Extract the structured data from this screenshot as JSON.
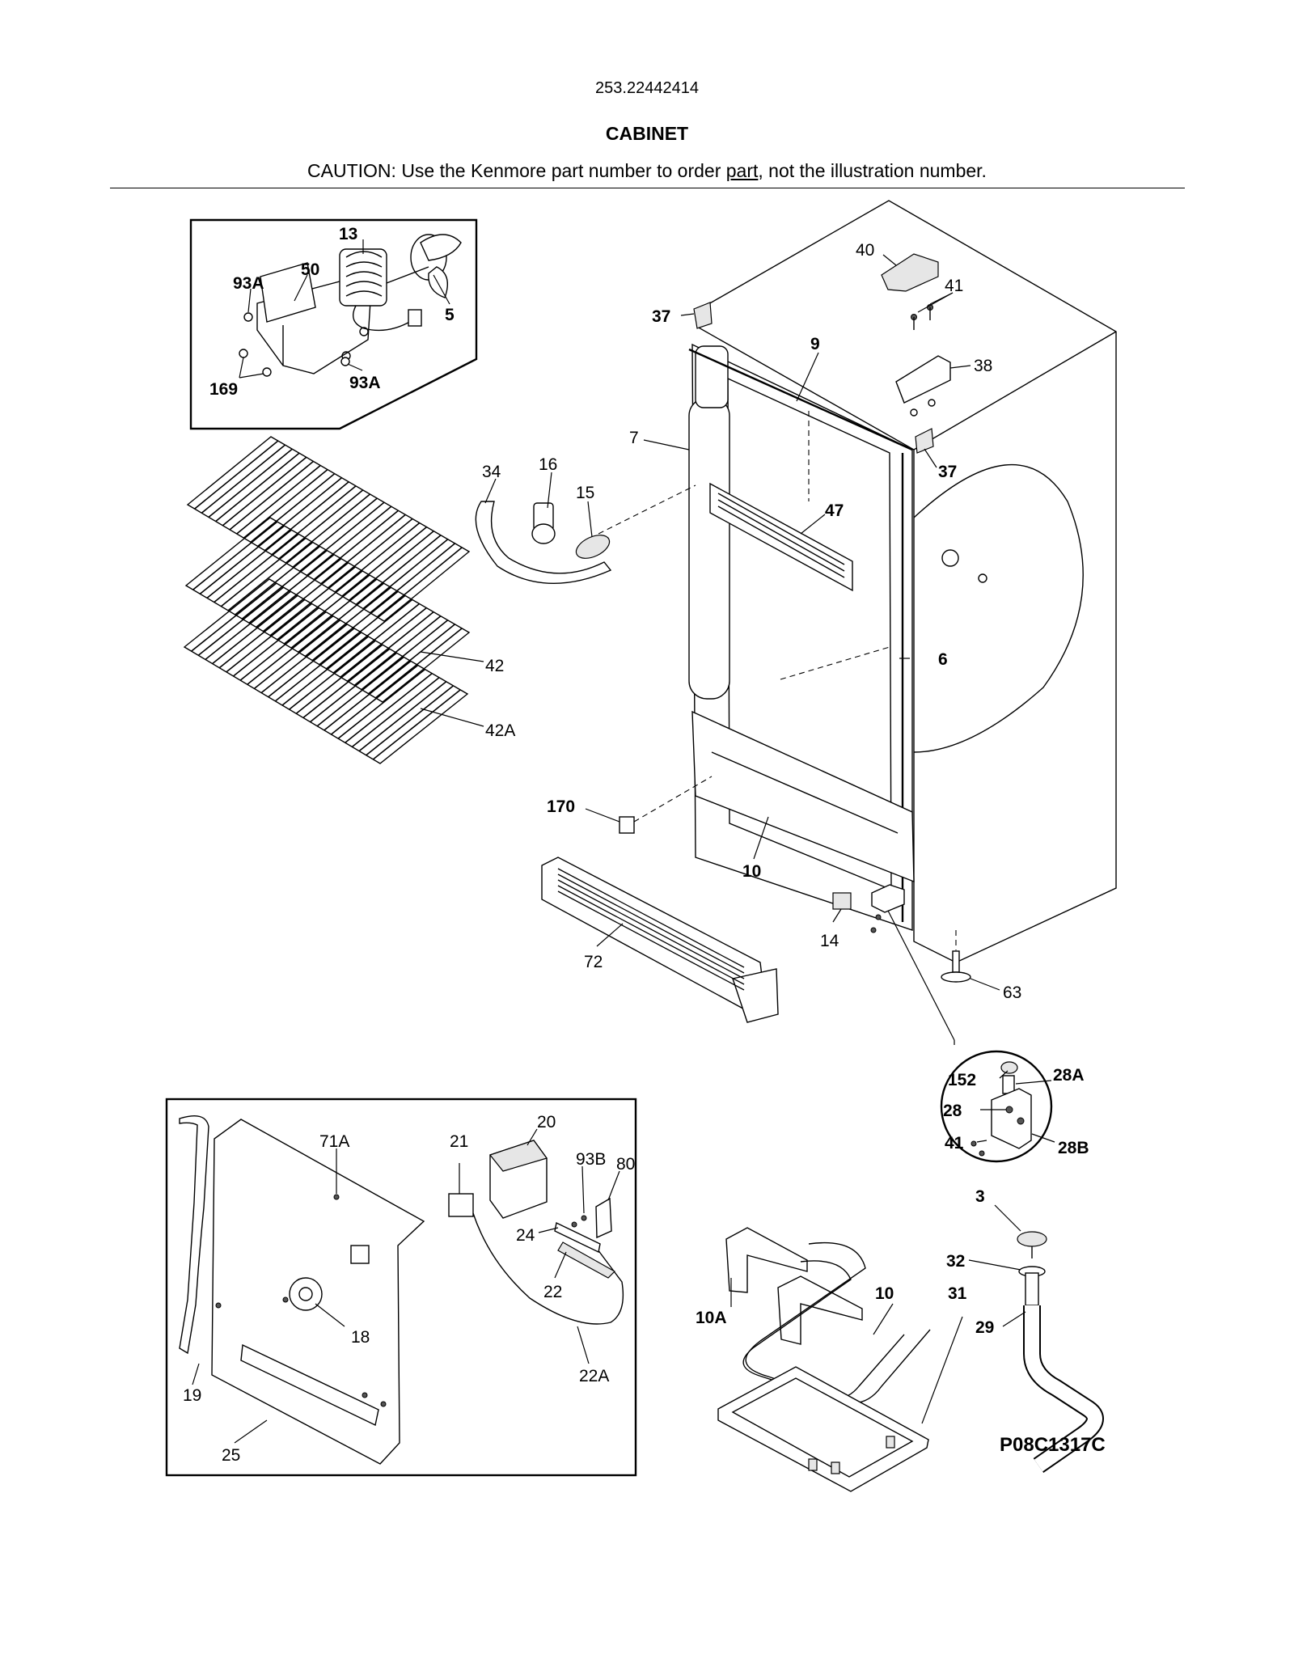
{
  "header": {
    "model_number": "253.22442414",
    "section_title": "CABINET",
    "caution_before": "CAUTION: Use the Kenmore part number to order ",
    "caution_underlined": "part",
    "caution_after": ", not the illustration number."
  },
  "diagram_code": "P08C1317C",
  "callouts": {
    "c13": "13",
    "c93A_a": "93A",
    "c50": "50",
    "c5": "5",
    "c169": "169",
    "c93A_b": "93A",
    "c37_a": "37",
    "c40": "40",
    "c41_a": "41",
    "c9": "9",
    "c38": "38",
    "c7": "7",
    "c37_b": "37",
    "c34": "34",
    "c16": "16",
    "c15": "15",
    "c47": "47",
    "c6": "6",
    "c42": "42",
    "c42A": "42A",
    "c170": "170",
    "c10_a": "10",
    "c14": "14",
    "c72": "72",
    "c63": "63",
    "c152": "152",
    "c28A": "28A",
    "c28": "28",
    "c41_b": "41",
    "c28B": "28B",
    "c20": "20",
    "c71A": "71A",
    "c21": "21",
    "c93B": "93B",
    "c80": "80",
    "c24": "24",
    "c22": "22",
    "c18": "18",
    "c22A": "22A",
    "c19": "19",
    "c25": "25",
    "c3": "3",
    "c32": "32",
    "c29": "29",
    "c10A": "10A",
    "c10_b": "10",
    "c31": "31"
  }
}
